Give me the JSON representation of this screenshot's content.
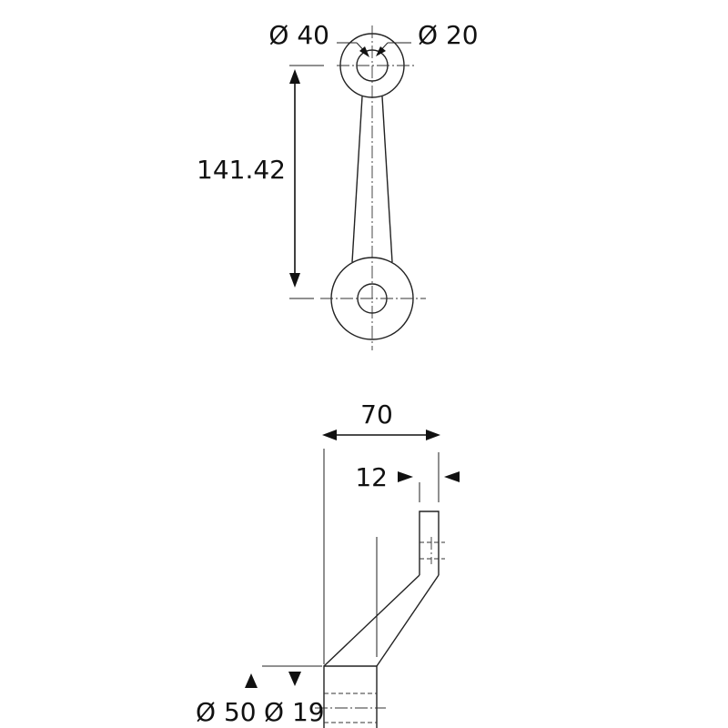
{
  "drawing": {
    "top_view": {
      "diameter_outer_label": "Ø 40",
      "diameter_inner_label": "Ø 20",
      "length_label": "141.42"
    },
    "side_view": {
      "width_label": "70",
      "thickness_label": "12",
      "base_outer_diameter_label": "Ø 50",
      "base_inner_diameter_label": "Ø 19"
    }
  }
}
